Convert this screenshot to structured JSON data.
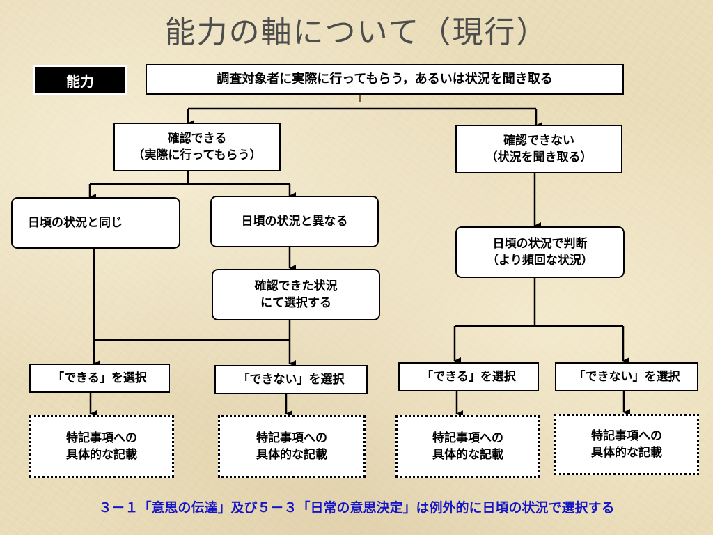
{
  "title": "能力の軸について（現行）",
  "label": "能力",
  "root": "調査対象者に実際に行ってもらう，あるいは状況を聞き取る",
  "can_confirm": {
    "line1": "確認できる",
    "line2": "（実際に行ってもらう）"
  },
  "cannot_confirm": {
    "line1": "確認できない",
    "line2": "（状況を聞き取る）"
  },
  "same_as_usual": "日頃の状況と同じ",
  "differs_from_usual": "日頃の状況と異なる",
  "confirmed_situation": {
    "line1": "確認できた状況",
    "line2": "にて選択する"
  },
  "judge_by_usual": {
    "line1": "日頃の状況で判断",
    "line2": "（より頻回な状況）"
  },
  "select_can": "「できる」を選択",
  "select_cannot": "「できない」を選択",
  "specific_note": {
    "line1": "特記事項への",
    "line2": "具体的な記載"
  },
  "footer": "３－１「意思の伝達」及び５－３「日常の意思決定」は例外的に日頃の状況で選択する"
}
